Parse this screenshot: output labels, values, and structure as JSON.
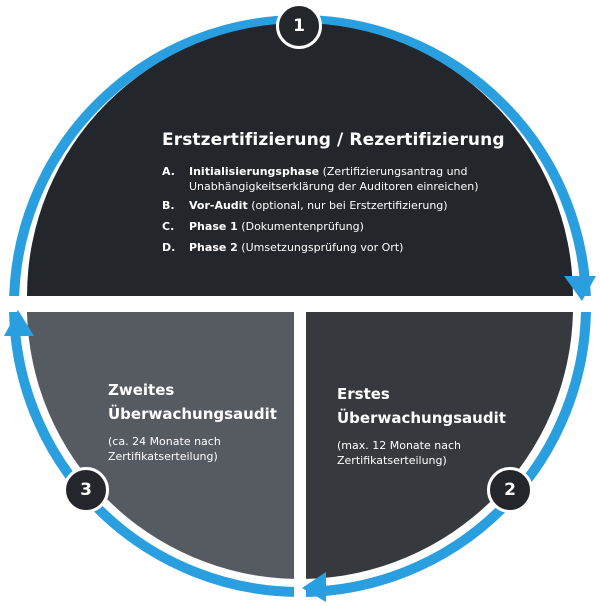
{
  "colors": {
    "ring": "#2a9fe0",
    "top_quadrant": "#23262b",
    "right_quadrant": "#36393e",
    "left_quadrant": "#565a61",
    "badge_fill": "#23262b"
  },
  "phase1": {
    "badge": "1",
    "title": "Erstzertifizierung / Rezertifizierung",
    "steps": [
      {
        "letter": "A.",
        "name": "Initialisierungsphase",
        "detail": " (Zertifizierungsantrag und",
        "detail2": "Unabhängigkeitserklärung der Auditoren einreichen)"
      },
      {
        "letter": "B.",
        "name": "Vor-Audit",
        "detail": " (optional, nur bei Erstzertifizierung)"
      },
      {
        "letter": "C.",
        "name": "Phase 1",
        "detail": " (Dokumentenprüfung)"
      },
      {
        "letter": "D.",
        "name": "Phase 2",
        "detail": " (Umsetzungsprüfung vor Ort)"
      }
    ]
  },
  "phase2": {
    "badge": "2",
    "title_line1": "Erstes",
    "title_line2": "Überwachungsaudit",
    "sub_line1": "(max. 12 Monate nach",
    "sub_line2": "Zertifikatserteilung)"
  },
  "phase3": {
    "badge": "3",
    "title_line1": "Zweites",
    "title_line2": "Überwachungsaudit",
    "sub_line1": "(ca. 24 Monate nach",
    "sub_line2": "Zertifikatserteilung)"
  }
}
